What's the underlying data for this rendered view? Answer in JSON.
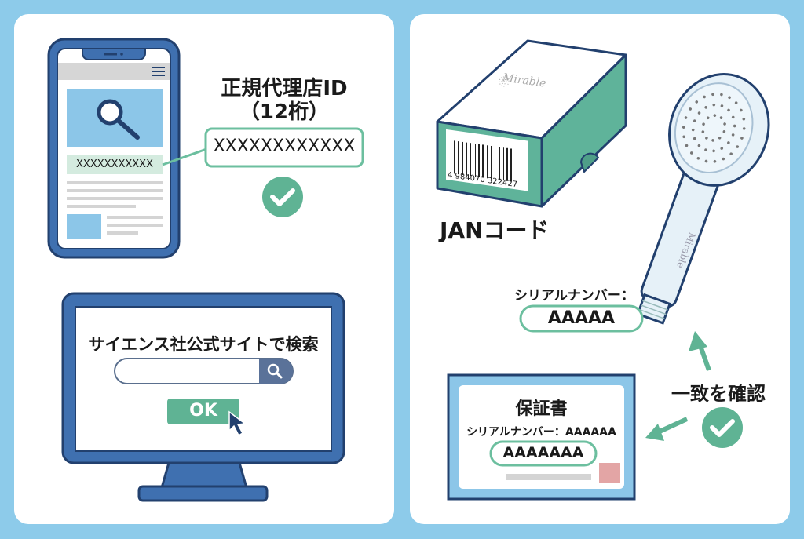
{
  "colors": {
    "background": "#8dcbea",
    "panel": "#ffffff",
    "navy": "#22406e",
    "blue": "#3f70b0",
    "light_blue": "#8cc6e8",
    "green": "#5fb394",
    "light_green": "#d4ebdf"
  },
  "phone": {
    "id_strip": "XXXXXXXXXXX"
  },
  "dealer": {
    "title": "正規代理店ID",
    "subtitle": "（12桁）",
    "id_value": "XXXXXXXXXXXX",
    "check_icon": "check-circle-icon"
  },
  "monitor": {
    "heading": "サイエンス社公式サイトで検索",
    "search_placeholder": "",
    "ok_label": "OK"
  },
  "box": {
    "brand": "Mirable",
    "barcode_number": "4 984070 322427",
    "label": "JANコード"
  },
  "shower": {
    "brand": "Mirable",
    "serial_label": "シリアルナンバー：",
    "serial_value": "AAAAA"
  },
  "match": {
    "label": "一致を確認"
  },
  "warranty": {
    "title": "保証書",
    "serial_line": "シリアルナンバー：AAAAAA",
    "serial_value": "AAAAAAA"
  }
}
